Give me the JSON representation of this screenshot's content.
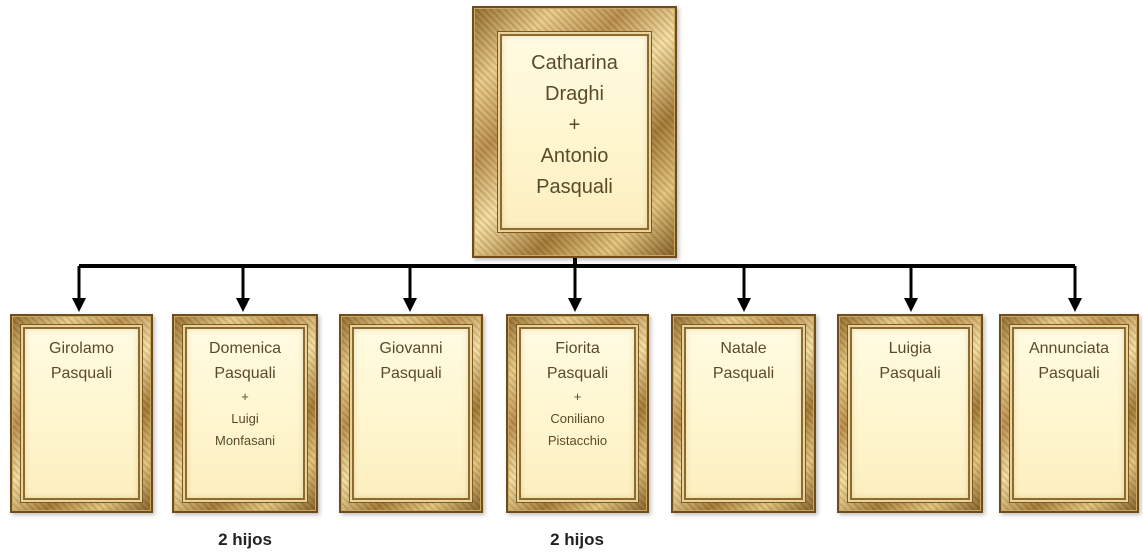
{
  "root": {
    "lines": [
      "Catharina",
      "Draghi",
      "+",
      "Antonio",
      "Pasquali"
    ]
  },
  "children": [
    {
      "name1": "Girolamo",
      "name2": "Pasquali"
    },
    {
      "name1": "Domenica",
      "name2": "Pasquali",
      "plus": "+",
      "spouse1": "Luigi",
      "spouse2": "Monfasani",
      "note": "2 hijos"
    },
    {
      "name1": "Giovanni",
      "name2": "Pasquali"
    },
    {
      "name1": "Fiorita",
      "name2": "Pasquali",
      "plus": "+",
      "spouse1": "Coniliano",
      "spouse2": "Pistacchio",
      "note": "2 hijos"
    },
    {
      "name1": "Natale",
      "name2": "Pasquali"
    },
    {
      "name1": "Luigia",
      "name2": "Pasquali"
    },
    {
      "name1": "Annunciata",
      "name2": "Pasquali"
    }
  ]
}
